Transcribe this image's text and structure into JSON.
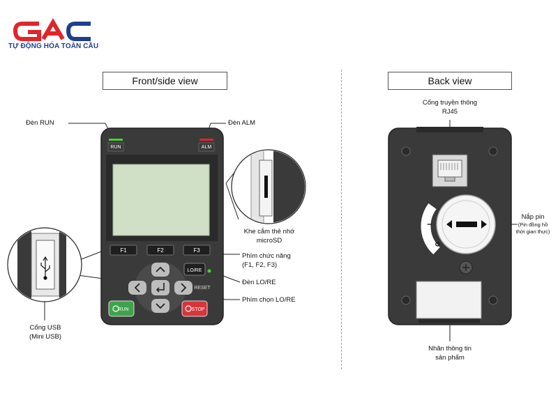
{
  "brand": {
    "logo_text": "GAC",
    "tagline": "TỰ ĐỘNG HÓA TOÀN CẦU",
    "red": "#e0252b",
    "blue": "#1e3f8f"
  },
  "front": {
    "title": "Front/side view",
    "labels": {
      "run_led": "Đèn RUN",
      "alm_led": "Đèn ALM",
      "microsd_line1": "Khe cắm thẻ nhớ",
      "microsd_line2": "microSD",
      "func_keys_line1": "Phím chức năng",
      "func_keys_line2": "(F1, F2, F3)",
      "lore_led": "Đèn LO/RE",
      "lore_key": "Phím chọn LO/RE",
      "usb_line1": "Cổng USB",
      "usb_line2": "(Mini USB)"
    },
    "keys": {
      "run_led_text": "RUN",
      "alm_led_text": "ALM",
      "f1": "F1",
      "f2": "F2",
      "f3": "F3",
      "lore": "LO/RE",
      "reset": "RESET",
      "run_btn": "RUN",
      "stop_btn": "STOP"
    },
    "icons": [
      "up-arrow-icon",
      "down-arrow-icon",
      "left-arrow-icon",
      "right-arrow-icon",
      "enter-icon",
      "usb-icon"
    ]
  },
  "back": {
    "title": "Back view",
    "labels": {
      "rj45_line1": "Cổng truyền thông",
      "rj45_line2": "RJ45",
      "cover_title": "Nắp pin",
      "cover_sub1": "(Pin đồng hồ",
      "cover_sub2": "thời gian thực)",
      "nameplate_line1": "Nhãn thông tin",
      "nameplate_line2": "sản phẩm"
    },
    "dial_marks": {
      "closed": "I",
      "open": "O"
    }
  },
  "colors": {
    "housing": "#3a3a3a",
    "housing_edge": "#222222",
    "screen": "#cfe0c6",
    "key": "#bdbdbd",
    "run_green": "#3fa34d",
    "stop_red": "#d8343b",
    "led_green": "#4cd137",
    "led_red": "#e0252b"
  }
}
